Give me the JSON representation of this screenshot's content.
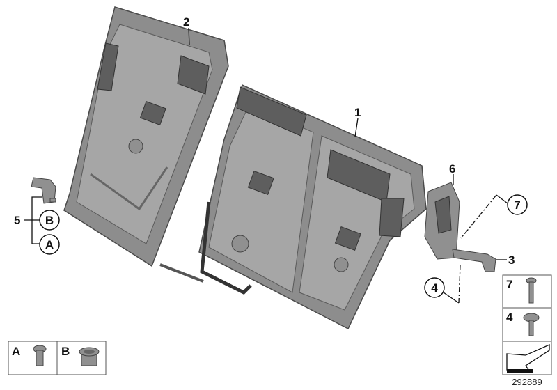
{
  "diagram": {
    "callouts": {
      "part1": "1",
      "part2": "2",
      "part3": "3",
      "part4": "4",
      "part5": "5",
      "part6": "6",
      "part7": "7",
      "sub_a": "A",
      "sub_b": "B"
    },
    "legend_left": {
      "a_label": "A",
      "b_label": "B"
    },
    "legend_right": {
      "row1_label": "7",
      "row2_label": "4"
    },
    "reference_number": "292889",
    "colors": {
      "part_gray": "#8d8d8d",
      "line": "#111111"
    }
  }
}
